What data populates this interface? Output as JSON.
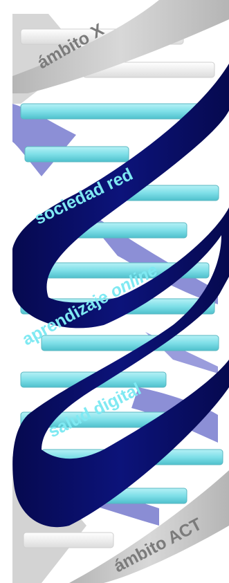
{
  "labels": {
    "top": "ámbito X",
    "band1": "sociedad red",
    "band2_main": "aprendizaje ",
    "band2_italic": "online",
    "band3": "salud digital",
    "bottom": "ámbito ACT"
  },
  "colors": {
    "navy_ribbon": "#0a0f6e",
    "light_ribbon": "#8c8fd6",
    "gray_ribbon": "#c9c9c9",
    "rung_cyan": "#7fdfe8",
    "rung_white": "#efefef",
    "band_text": "#7fe9f2",
    "gray_text": "#7b7b7b"
  }
}
